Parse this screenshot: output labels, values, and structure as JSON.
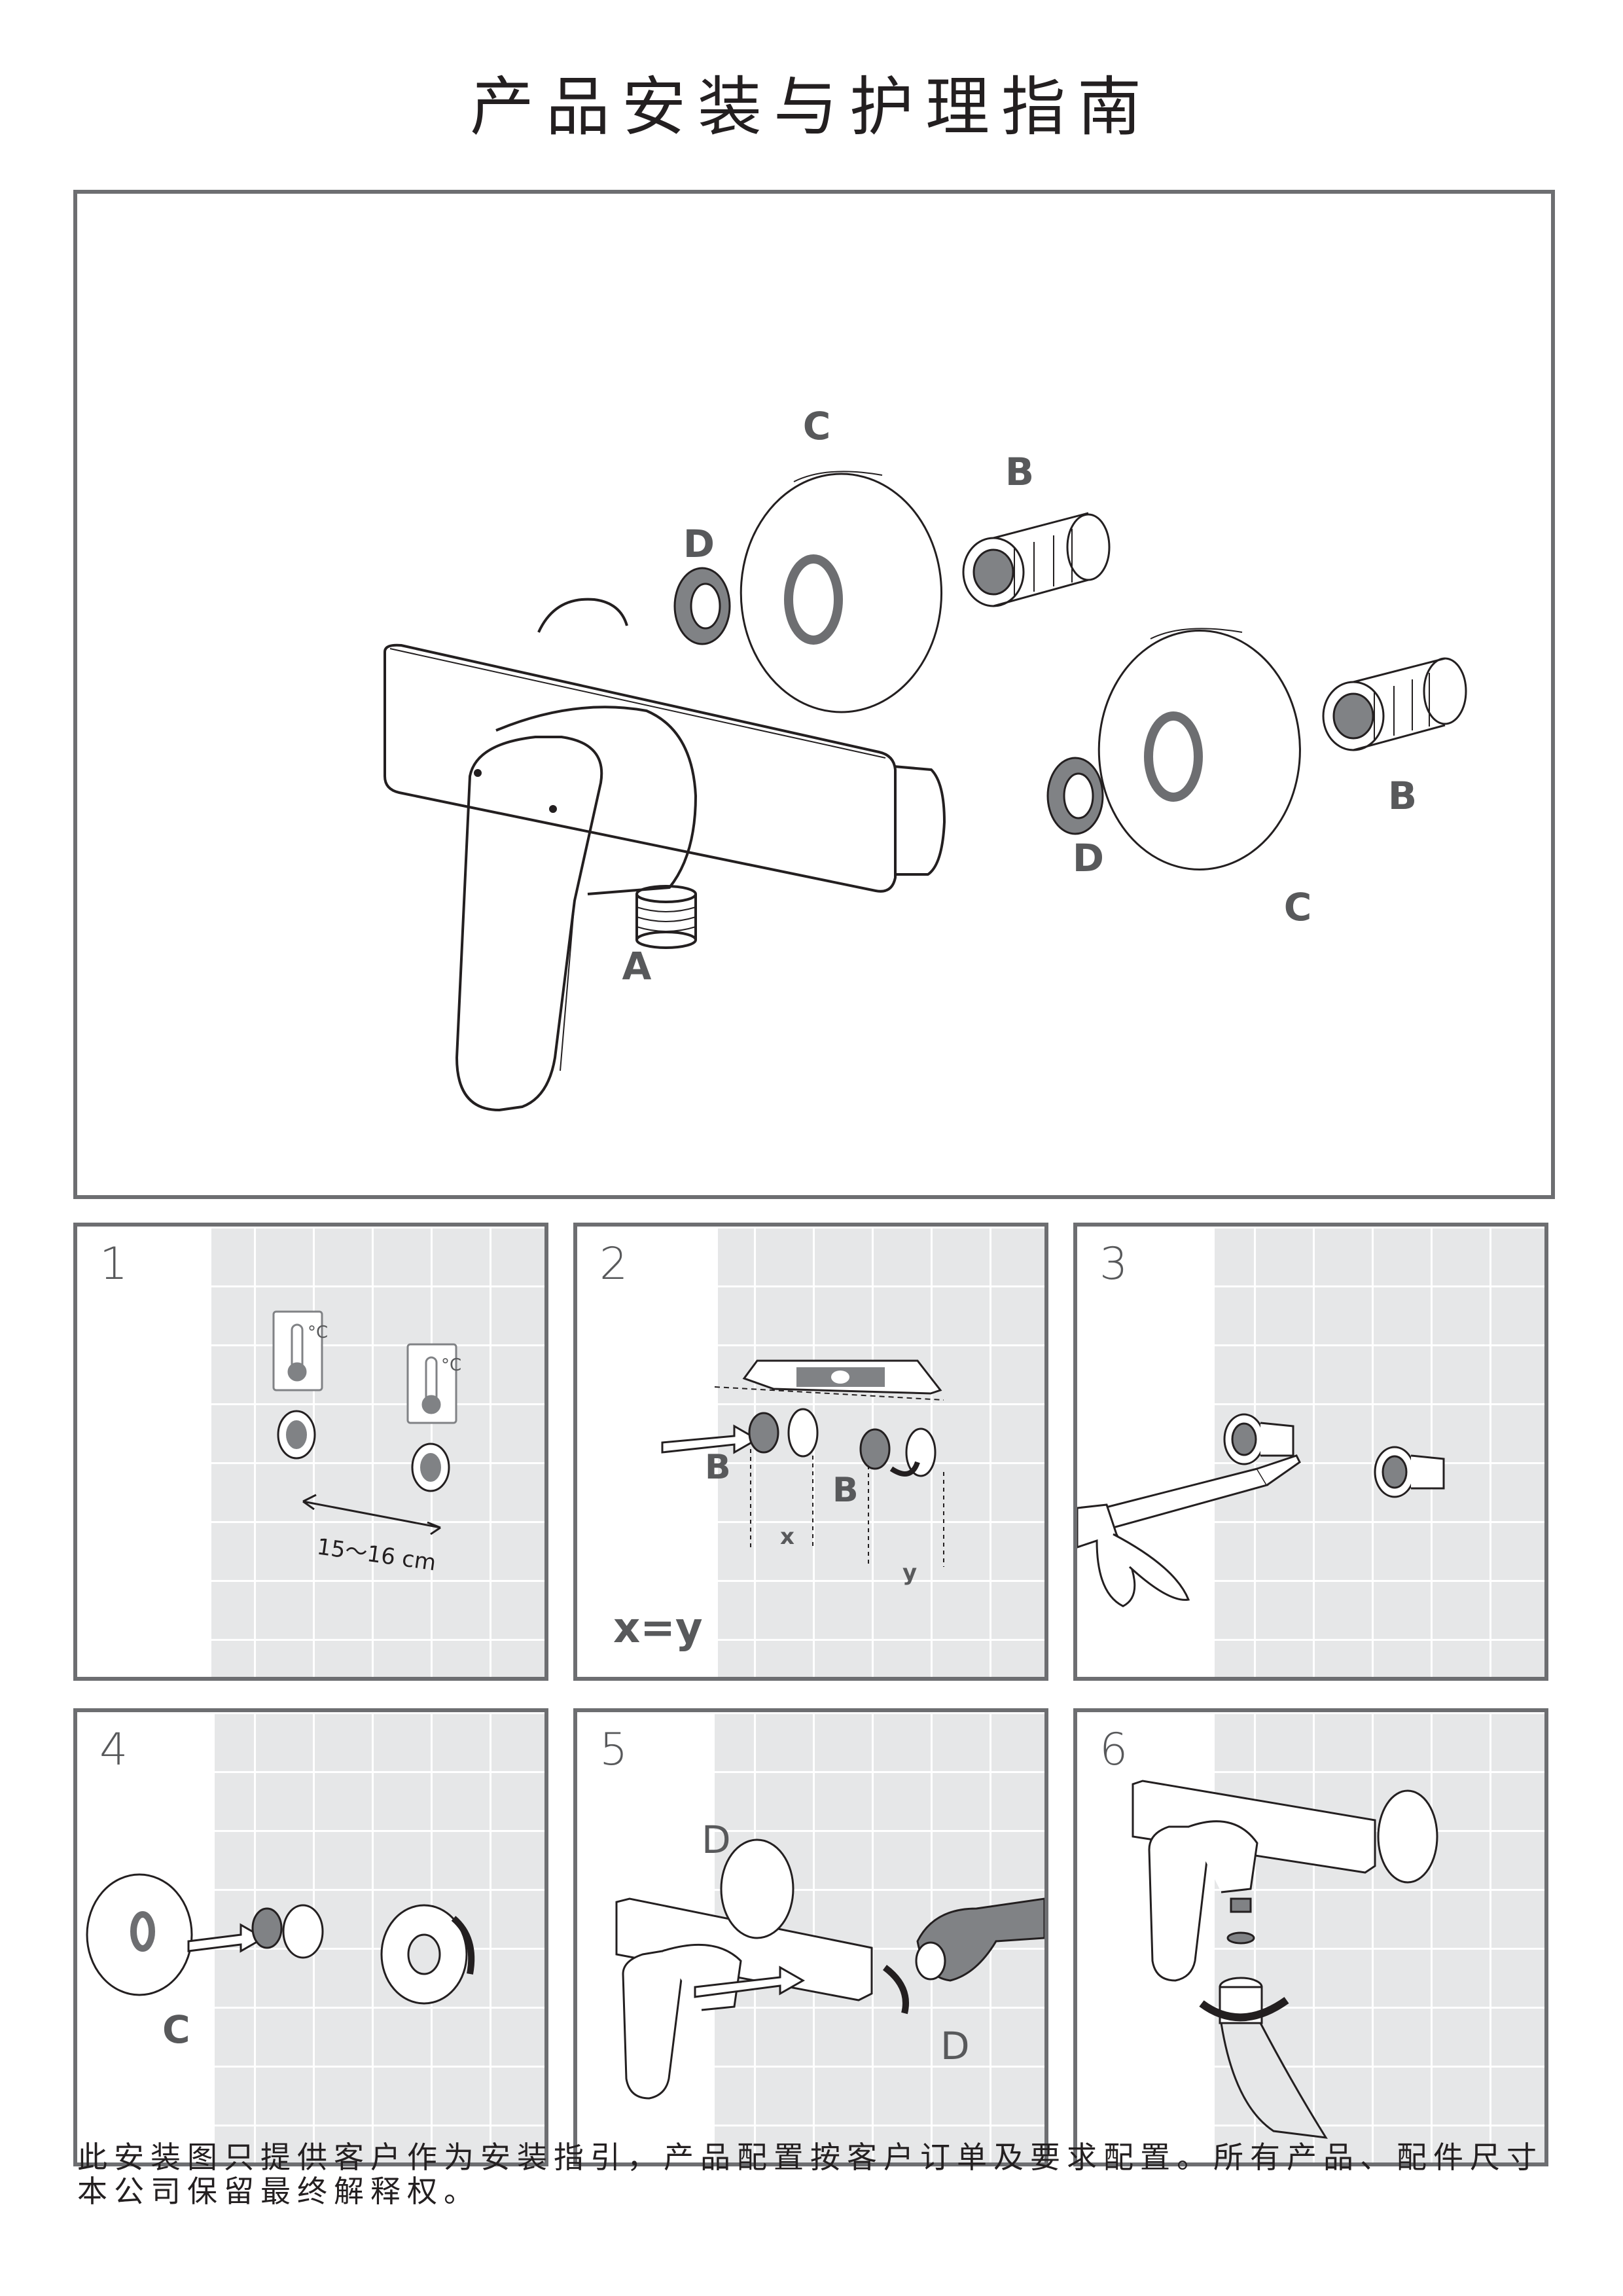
{
  "title": "产品安装与护理指南",
  "overview": {
    "labels": {
      "c_top": "C",
      "b_top": "B",
      "d_top": "D",
      "b_right": "B",
      "d_bottom": "D",
      "c_bottom": "C",
      "a": "A"
    }
  },
  "steps": [
    {
      "number": "1",
      "temp_unit": "°C",
      "distance": "15～16 cm"
    },
    {
      "number": "2",
      "label_b1": "B",
      "label_b2": "B",
      "x": "x",
      "y": "y",
      "formula": "x=y"
    },
    {
      "number": "3"
    },
    {
      "number": "4",
      "label_c": "C"
    },
    {
      "number": "5",
      "label_d_top": "D",
      "label_d_bottom": "D"
    },
    {
      "number": "6"
    }
  ],
  "footer": "此安装图只提供客户作为安装指引，产品配置按客户订单及要求配置。所有产品、配件尺寸本公司保留最终解释权。",
  "colors": {
    "frame": "#6d6e71",
    "label": "#58595b",
    "tile": "#e6e7e8",
    "grout": "#ffffff",
    "part_fill": "#808285"
  }
}
